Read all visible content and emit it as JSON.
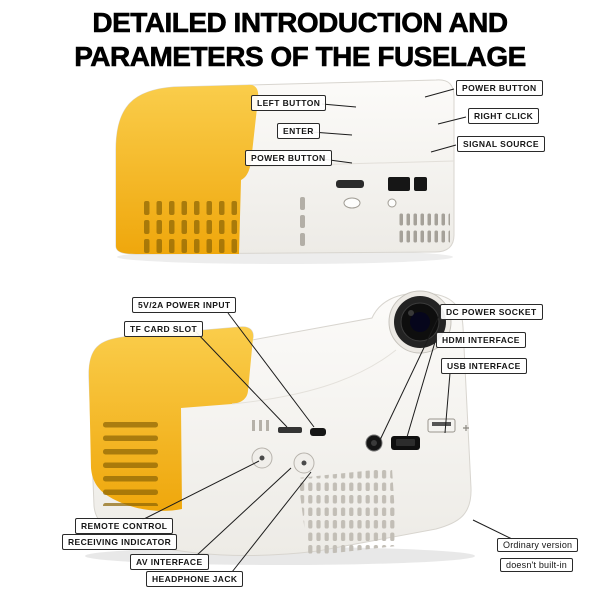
{
  "title": {
    "line1": "DETAILED INTRODUCTION AND",
    "line2": "PARAMETERS OF THE FUSELAGE"
  },
  "top_view": {
    "labels": {
      "left_button": "LEFT BUTTON",
      "enter": "ENTER",
      "power_button_left": "POWER BUTTON",
      "power_button_right": "POWER BUTTON",
      "right_click": "RIGHT CLICK",
      "signal_source": "SIGNAL SOURCE"
    }
  },
  "bottom_view": {
    "labels": {
      "power_input": "5V/2A POWER INPUT",
      "tf_card_slot": "TF CARD SLOT",
      "dc_power_socket": "DC POWER SOCKET",
      "hdmi_interface": "HDMI INTERFACE",
      "usb_interface": "USB INTERFACE",
      "remote_line1": "REMOTE CONTROL",
      "remote_line2": "RECEIVING INDICATOR",
      "av_interface": "AV INTERFACE",
      "headphone_jack": "HEADPHONE JACK"
    },
    "note": {
      "line1": "Ordinary version",
      "line2": "doesn't built-in"
    }
  },
  "colors": {
    "accent_yellow": "#F2AE19",
    "body_white": "#F8F7F4",
    "leader_line": "#1C1C1C"
  }
}
